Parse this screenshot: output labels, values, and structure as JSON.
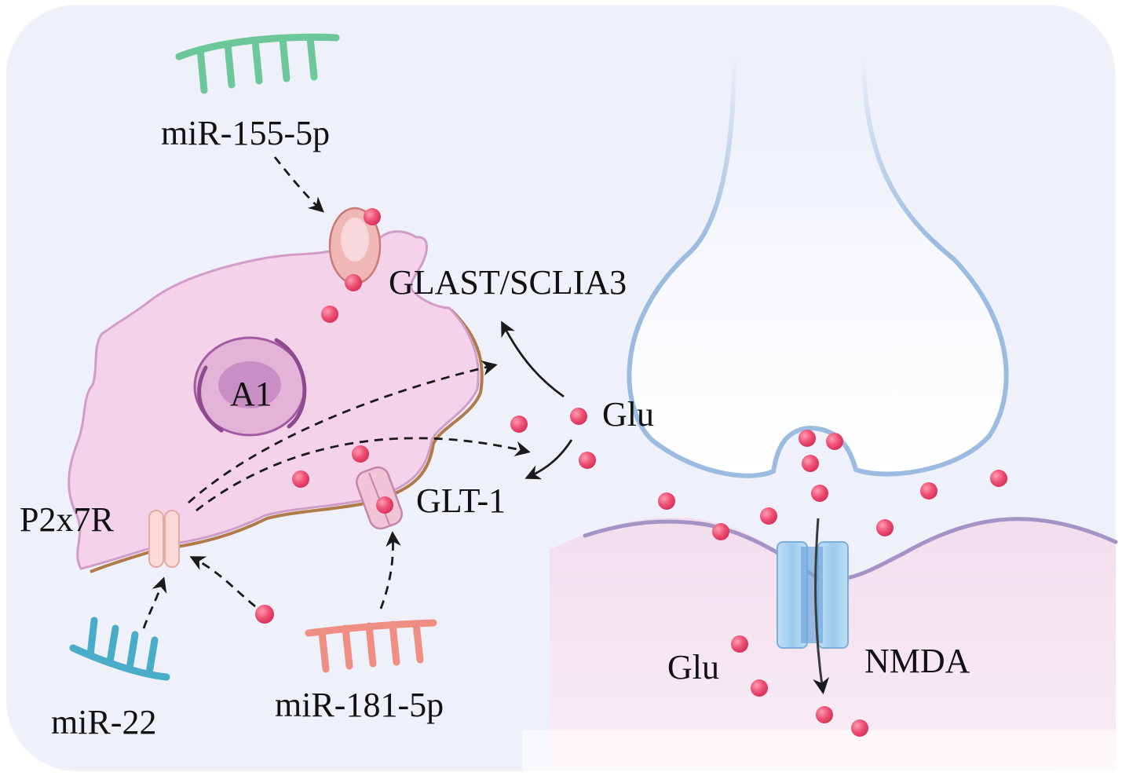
{
  "labels": {
    "mir155": "miR-155-5p",
    "glast": "GLAST/SCLIA3",
    "a1": "A1",
    "glu_top": "Glu",
    "glt1": "GLT-1",
    "p2x7r": "P2x7R",
    "mir22": "miR-22",
    "mir181": "miR-181-5p",
    "glu_bottom": "Glu",
    "nmda": "NMDA"
  },
  "colors": {
    "panel_bg": "#eef1f9",
    "astrocyte_fill": "#f4d3ea",
    "astrocyte_stroke": "#d19cc8",
    "astrocyte_edge": "#b07a4a",
    "nucleus": "#a25aa0",
    "glutamate": "#e9466a",
    "presynaptic_stroke": "#9bbbe0",
    "postsynaptic_fill": "#f4dcec",
    "postsynaptic_stroke": "#a494c6",
    "nmda_channel": "#a8d0f0",
    "mirna_155": "#6cc79a",
    "mirna_22": "#49acc8",
    "mirna_181": "#ef8f84",
    "arrow": "#1a1a1a"
  }
}
